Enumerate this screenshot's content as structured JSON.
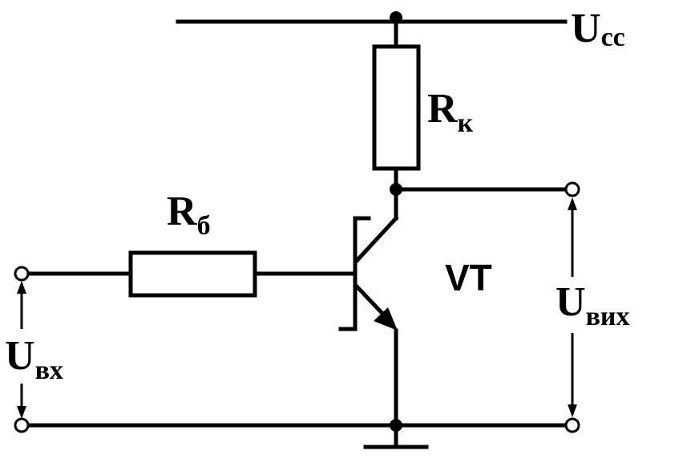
{
  "labels": {
    "vcc": {
      "main": "U",
      "sub": "cc"
    },
    "collector_resistor": {
      "main": "R",
      "sub": "к"
    },
    "base_resistor": {
      "main": "R",
      "sub": "б"
    },
    "transistor": "VT",
    "input_voltage": {
      "main": "U",
      "sub": "вх"
    },
    "output_voltage": {
      "main": "U",
      "sub": "вих"
    }
  },
  "colors": {
    "line": "#000000",
    "background": "#ffffff"
  }
}
